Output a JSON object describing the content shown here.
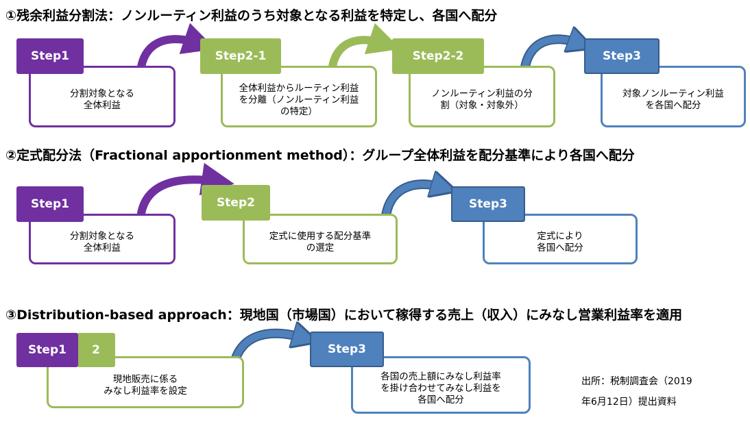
{
  "colors": {
    "purple": "#7030A0",
    "green": "#9BBB59",
    "blue": "#4F81BD",
    "blue_dark": "#385D8A"
  },
  "section1": {
    "heading": "①残余利益分割法：ノンルーティン利益のうち対象となる利益を特定し、各国へ配分",
    "steps": [
      {
        "label": "Step1",
        "text": "分割対象となる\n全体利益"
      },
      {
        "label": "Step2-1",
        "text": "全体利益からルーティン利益\nを分離（ノンルーティン利益\nの特定）"
      },
      {
        "label": "Step2-2",
        "text": "ノンルーティン利益の分\n割（対象・対象外）"
      },
      {
        "label": "Step3",
        "text": "対象ノンルーティン利益\nを各国へ配分"
      }
    ]
  },
  "section2": {
    "heading": "②定式配分法（Fractional apportionment method）：グループ全体利益を配分基準により各国へ配分",
    "steps": [
      {
        "label": "Step1",
        "text": "分割対象となる\n全体利益"
      },
      {
        "label": "Step2",
        "text": "定式に使用する配分基準\nの選定"
      },
      {
        "label": "Step3",
        "text": "定式により\n各国へ配分"
      }
    ]
  },
  "section3": {
    "heading": "③Distribution-based approach：現地国（市場国）において稼得する売上（収入）にみなし営業利益率を適用",
    "steps": [
      {
        "label": "Step1",
        "label2": "2",
        "text": "現地販売に係る\nみなし利益率を設定"
      },
      {
        "label": "Step3",
        "text": "各国の売上額にみなし利益率\nを掛け合わせてみなし利益を\n各国へ配分"
      }
    ]
  },
  "source": {
    "line1": "出所：税制調査会（2019",
    "line2": "年6月12日）提出資料"
  }
}
